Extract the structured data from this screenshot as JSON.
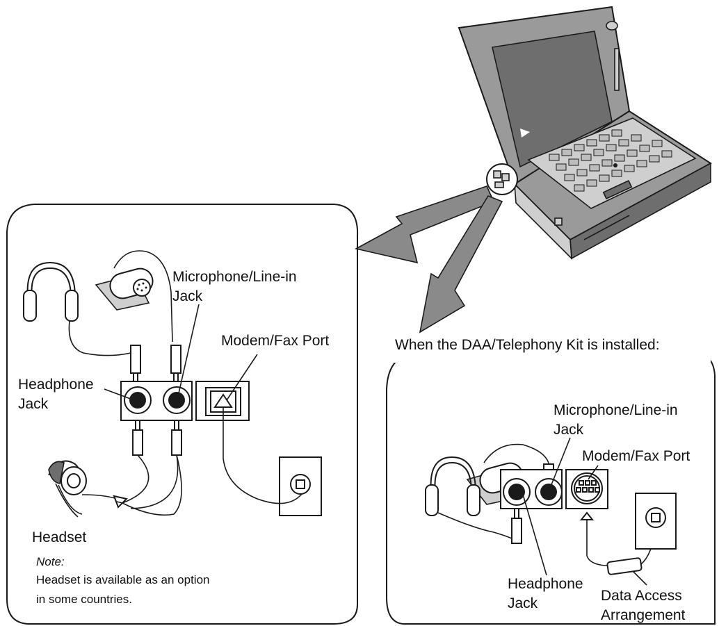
{
  "labels": {
    "left_mic_jack": [
      "Microphone/Line-in",
      "Jack"
    ],
    "left_modem_port": "Modem/Fax Port",
    "left_headphone_jack": [
      "Headphone",
      "Jack"
    ],
    "headset": "Headset",
    "note_heading": "Note:",
    "note_lines": [
      "Headset is available as an option",
      "in some countries."
    ],
    "daa_caption": "When the DAA/Telephony Kit is installed:",
    "right_mic_jack": [
      "Microphone/Line-in",
      "Jack"
    ],
    "right_modem_port": "Modem/Fax Port",
    "right_headphone_jack": [
      "Headphone",
      "Jack"
    ],
    "daa_device": [
      "Data Access",
      "Arrangement"
    ]
  },
  "colors": {
    "line": "#1a1a1a",
    "callout_arrow": "#8a8a8a",
    "laptop_body": "#9a9a9a",
    "laptop_screen": "#6e6e6e"
  },
  "icons": [
    "laptop-icon",
    "headphones-icon",
    "microphone-icon",
    "headset-icon",
    "wall-phone-jack-icon",
    "callout-arrow-icon"
  ]
}
